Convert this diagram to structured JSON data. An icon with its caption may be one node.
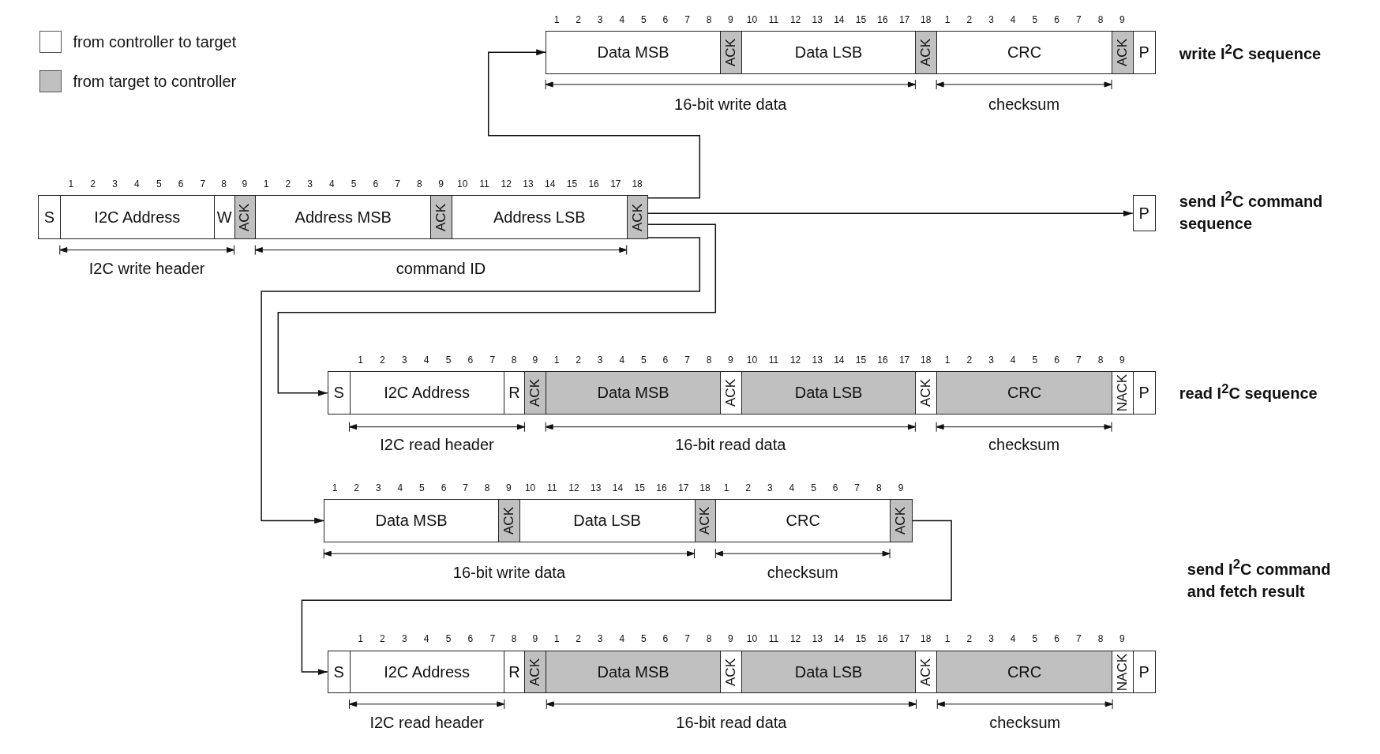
{
  "diagram": {
    "nodes": [
      {
        "text": [
          "Data MSB"
        ]
      },
      {
        "text": [
          "ACK"
        ]
      },
      {
        "text": [
          "Data LSB"
        ]
      },
      {
        "text": [
          "ACK"
        ]
      },
      {
        "text": [
          "CRC"
        ]
      },
      {
        "text": [
          "ACK"
        ]
      },
      {
        "text": [
          "P"
        ]
      },
      {
        "text": [
          "S"
        ]
      },
      {
        "text": [
          "I2C Address"
        ]
      },
      {
        "text": [
          "W"
        ]
      },
      {
        "text": [
          "ACK"
        ]
      },
      {
        "text": [
          "Address MSB"
        ]
      },
      {
        "text": [
          "ACK"
        ]
      },
      {
        "text": [
          "Address LSB"
        ]
      },
      {
        "text": [
          "ACK"
        ]
      },
      {
        "text": [
          "P"
        ]
      },
      {
        "text": [
          "S"
        ]
      },
      {
        "text": [
          "I2C Address"
        ]
      },
      {
        "text": [
          "R"
        ]
      },
      {
        "text": [
          "ACK"
        ]
      },
      {
        "text": [
          "Data MSB"
        ]
      },
      {
        "text": [
          "ACK"
        ]
      },
      {
        "text": [
          "Data LSB"
        ]
      },
      {
        "text": [
          "ACK"
        ]
      },
      {
        "text": [
          "CRC"
        ]
      },
      {
        "text": [
          "NACK"
        ]
      },
      {
        "text": [
          "P"
        ]
      },
      {
        "text": [
          "Data MSB"
        ]
      },
      {
        "text": [
          "ACK"
        ]
      },
      {
        "text": [
          "Data LSB"
        ]
      },
      {
        "text": [
          "ACK"
        ]
      },
      {
        "text": [
          "CRC"
        ]
      },
      {
        "text": [
          "ACK"
        ]
      },
      {
        "text": [
          "S"
        ]
      },
      {
        "text": [
          "I2C Address"
        ]
      },
      {
        "text": [
          "R"
        ]
      },
      {
        "text": [
          "ACK"
        ]
      },
      {
        "text": [
          "Data MSB"
        ]
      },
      {
        "text": [
          "ACK"
        ]
      },
      {
        "text": [
          "Data LSB"
        ]
      },
      {
        "text": [
          "ACK"
        ]
      },
      {
        "text": [
          "CRC"
        ]
      },
      {
        "text": [
          "NACK"
        ]
      },
      {
        "text": [
          "P"
        ]
      }
    ],
    "edges": [
      {
        "from": 14,
        "to": 0,
        "arrow": "to"
      },
      {
        "from": 14,
        "to": 15,
        "arrow": "to"
      },
      {
        "from": 14,
        "to": 16,
        "arrow": "to"
      },
      {
        "from": 14,
        "to": 27,
        "arrow": "to"
      },
      {
        "from": 32,
        "to": 33,
        "arrow": "to"
      }
    ],
    "labels": [
      "1",
      "2",
      "3",
      "4",
      "5",
      "6",
      "7",
      "8",
      "9",
      "10",
      "11",
      "12",
      "13",
      "14",
      "15",
      "16",
      "17",
      "18",
      "1",
      "2",
      "3",
      "4",
      "5",
      "6",
      "7",
      "8",
      "9",
      "write I$^{2}$C sequence",
      "16-bit write data",
      "checksum",
      "1",
      "2",
      "3",
      "4",
      "5",
      "6",
      "7",
      "8",
      "9",
      "1",
      "2",
      "3",
      "4",
      "5",
      "6",
      "7",
      "8",
      "9",
      "10",
      "11",
      "12",
      "13",
      "14",
      "15",
      "16",
      "17",
      "18",
      "send I$^{2}$C command sequence",
      "I2C write header",
      "command ID",
      "1",
      "2",
      "3",
      "4",
      "5",
      "6",
      "7",
      "8",
      "9",
      "1",
      "2",
      "3",
      "4",
      "5",
      "6",
      "7",
      "8",
      "9",
      "10",
      "11",
      "12",
      "13",
      "14",
      "15",
      "16",
      "17",
      "18",
      "1",
      "2",
      "3",
      "4",
      "5",
      "6",
      "7",
      "8",
      "9",
      "read I$^{2}$C sequence",
      "I2C read header",
      "16-bit read data",
      "checksum",
      "1",
      "2",
      "3",
      "4",
      "5",
      "6",
      "7",
      "8",
      "9",
      "10",
      "11",
      "12",
      "13",
      "14",
      "15",
      "16",
      "17",
      "18",
      "1",
      "2",
      "3",
      "4",
      "5",
      "6",
      "7",
      "8",
      "9",
      "16-bit write data",
      "checksum",
      "send I$^{2}$C command and fetch result",
      "1",
      "2",
      "3",
      "4",
      "5",
      "6",
      "7",
      "8",
      "9",
      "1",
      "2",
      "3",
      "4",
      "5",
      "6",
      "7",
      "8",
      "9",
      "10",
      "11",
      "12",
      "13",
      "14",
      "15",
      "16",
      "17",
      "18",
      "1",
      "2",
      "3",
      "4",
      "5",
      "6",
      "7",
      "8",
      "9",
      "I2C read header",
      "16-bit read data",
      "checksum"
    ],
    "legend": [
      {
        "text": "from controller to target",
        "color": "#ffffff"
      },
      {
        "text": "from target to controller",
        "color": "#c0c0c0"
      }
    ]
  }
}
